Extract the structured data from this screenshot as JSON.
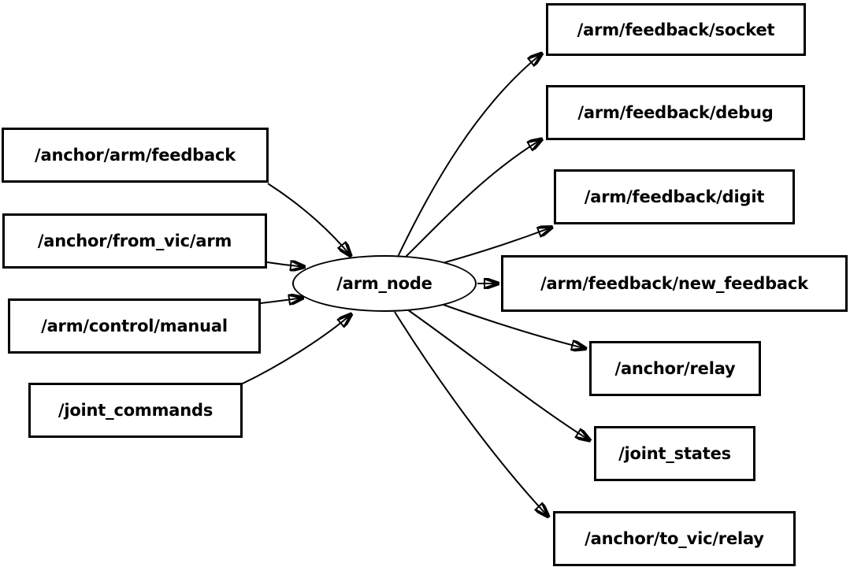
{
  "graph": {
    "center_node": {
      "label": "/arm_node",
      "shape": "ellipse"
    },
    "input_topics": [
      {
        "label": "/anchor/arm/feedback"
      },
      {
        "label": "/anchor/from_vic/arm"
      },
      {
        "label": "/arm/control/manual"
      },
      {
        "label": "/joint_commands"
      }
    ],
    "output_topics": [
      {
        "label": "/arm/feedback/socket"
      },
      {
        "label": "/arm/feedback/debug"
      },
      {
        "label": "/arm/feedback/digit"
      },
      {
        "label": "/arm/feedback/new_feedback"
      },
      {
        "label": "/anchor/relay"
      },
      {
        "label": "/joint_states"
      },
      {
        "label": "/anchor/to_vic/relay"
      }
    ],
    "edges": [
      {
        "from": "/anchor/arm/feedback",
        "to": "/arm_node"
      },
      {
        "from": "/anchor/from_vic/arm",
        "to": "/arm_node"
      },
      {
        "from": "/arm/control/manual",
        "to": "/arm_node"
      },
      {
        "from": "/joint_commands",
        "to": "/arm_node"
      },
      {
        "from": "/arm_node",
        "to": "/arm/feedback/socket"
      },
      {
        "from": "/arm_node",
        "to": "/arm/feedback/debug"
      },
      {
        "from": "/arm_node",
        "to": "/arm/feedback/digit"
      },
      {
        "from": "/arm_node",
        "to": "/arm/feedback/new_feedback"
      },
      {
        "from": "/arm_node",
        "to": "/anchor/relay"
      },
      {
        "from": "/arm_node",
        "to": "/joint_states"
      },
      {
        "from": "/arm_node",
        "to": "/anchor/to_vic/relay"
      }
    ],
    "colors": {
      "background": "#ffffff",
      "node_fill": "#ffffff",
      "stroke": "#000000",
      "text": "#000000"
    }
  }
}
